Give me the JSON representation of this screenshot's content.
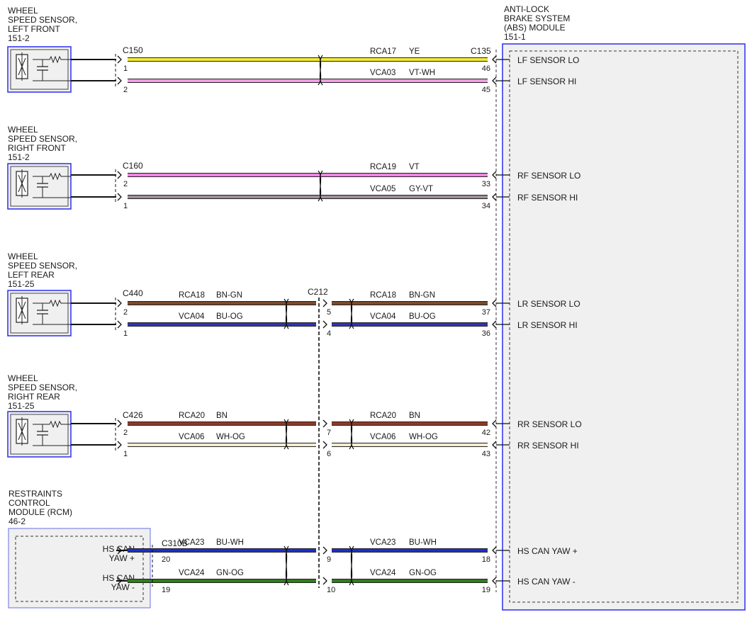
{
  "abs_module": {
    "title": [
      "ANTI-LOCK",
      "BRAKE SYSTEM",
      "(ABS) MODULE",
      "151-1"
    ],
    "connector": "C135",
    "pins": [
      {
        "pin": "46",
        "label": "LF SENSOR LO"
      },
      {
        "pin": "45",
        "label": "LF SENSOR HI"
      },
      {
        "pin": "33",
        "label": "RF SENSOR LO"
      },
      {
        "pin": "34",
        "label": "RF SENSOR HI"
      },
      {
        "pin": "37",
        "label": "LR SENSOR LO"
      },
      {
        "pin": "36",
        "label": "LR SENSOR HI"
      },
      {
        "pin": "42",
        "label": "RR SENSOR LO"
      },
      {
        "pin": "43",
        "label": "RR SENSOR HI"
      },
      {
        "pin": "18",
        "label": "HS CAN YAW +"
      },
      {
        "pin": "19",
        "label": "HS CAN YAW -"
      }
    ]
  },
  "inline_connector": "C212",
  "sensors": [
    {
      "title": [
        "WHEEL",
        "SPEED SENSOR,",
        "LEFT FRONT",
        "151-2"
      ],
      "connector": "C150",
      "pins": [
        "1",
        "2"
      ]
    },
    {
      "title": [
        "WHEEL",
        "SPEED SENSOR,",
        "RIGHT FRONT",
        "151-2"
      ],
      "connector": "C160",
      "pins": [
        "2",
        "1"
      ]
    },
    {
      "title": [
        "WHEEL",
        "SPEED SENSOR,",
        "LEFT REAR",
        "151-25"
      ],
      "connector": "C440",
      "pins": [
        "2",
        "1"
      ],
      "inline_pins": [
        "5",
        "4"
      ]
    },
    {
      "title": [
        "WHEEL",
        "SPEED SENSOR,",
        "RIGHT REAR",
        "151-25"
      ],
      "connector": "C426",
      "pins": [
        "2",
        "1"
      ],
      "inline_pins": [
        "7",
        "6"
      ]
    }
  ],
  "rcm": {
    "title": [
      "RESTRAINTS",
      "CONTROL",
      "MODULE (RCM)",
      "46-2"
    ],
    "connector": "C310B",
    "pins": [
      {
        "pin": "20",
        "label": [
          "HS CAN",
          "YAW +"
        ],
        "inline_pin": "9"
      },
      {
        "pin": "19",
        "label": [
          "HS CAN",
          "YAW -"
        ],
        "inline_pin": "10"
      }
    ]
  },
  "wires": [
    {
      "circuit": "RCA17",
      "color": "YE",
      "hex": "#f2ea3a",
      "split": false
    },
    {
      "circuit": "VCA03",
      "color": "VT-WH",
      "hex": "#ee9fe2",
      "split": false
    },
    {
      "circuit": "RCA19",
      "color": "VT",
      "hex": "#ee84e0",
      "split": false
    },
    {
      "circuit": "VCA05",
      "color": "GY-VT",
      "hex": "#9d8e9b",
      "split": false
    },
    {
      "circuit": "RCA18",
      "color": "BN-GN",
      "hex": "#7b4a2e",
      "split": true
    },
    {
      "circuit": "VCA04",
      "color": "BU-OG",
      "hex": "#3034b8",
      "split": true
    },
    {
      "circuit": "RCA20",
      "color": "BN",
      "hex": "#8b3a2a",
      "split": true
    },
    {
      "circuit": "VCA06",
      "color": "WH-OG",
      "hex": "#f3ecd2",
      "split": true
    },
    {
      "circuit": "VCA23",
      "color": "BU-WH",
      "hex": "#1e2ed0",
      "split": true
    },
    {
      "circuit": "VCA24",
      "color": "GN-OG",
      "hex": "#2f7d1d",
      "split": true
    }
  ]
}
